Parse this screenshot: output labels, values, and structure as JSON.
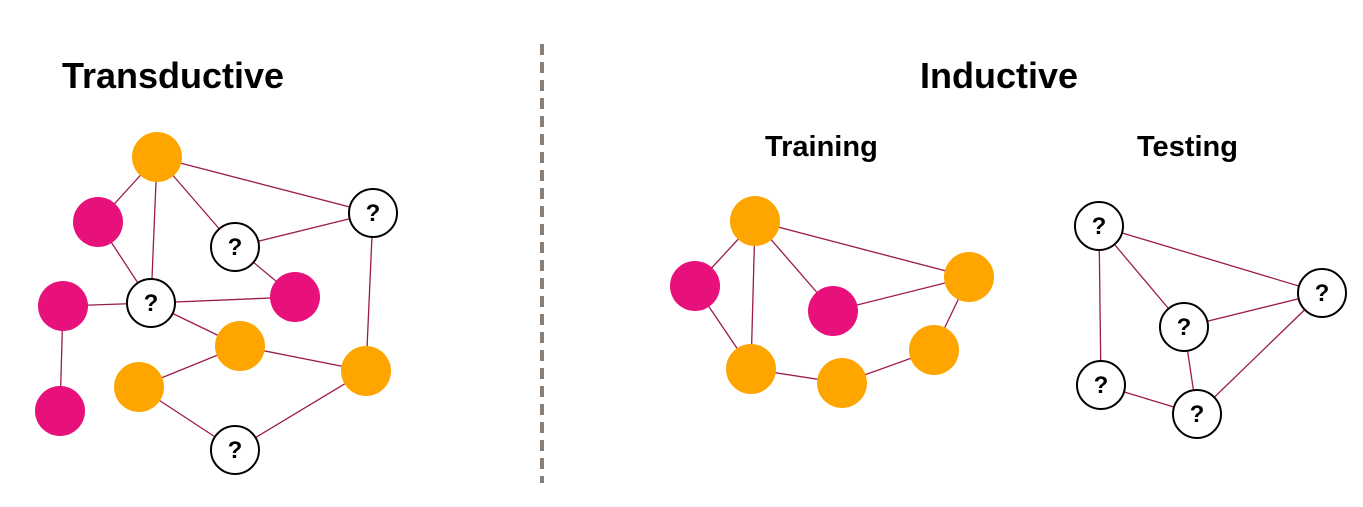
{
  "titles": {
    "transductive": "Transductive",
    "inductive": "Inductive",
    "training": "Training",
    "testing": "Testing"
  },
  "unknown_label": "?",
  "colors": {
    "labeled_a": "#FFA500",
    "labeled_b": "#E8107A",
    "unknown_fill": "#FFFFFF",
    "unknown_stroke": "#000000",
    "edge": "#9B1B4B",
    "divider": "#8A7F77"
  },
  "graphs": [
    {
      "name": "transductive-graph",
      "nodes": [
        {
          "id": "t1",
          "type": "orange"
        },
        {
          "id": "t2",
          "type": "pink"
        },
        {
          "id": "t3",
          "type": "unknown"
        },
        {
          "id": "t4",
          "type": "unknown"
        },
        {
          "id": "t5",
          "type": "pink"
        },
        {
          "id": "t6",
          "type": "pink"
        },
        {
          "id": "t7",
          "type": "unknown"
        },
        {
          "id": "t8",
          "type": "orange"
        },
        {
          "id": "t9",
          "type": "pink"
        },
        {
          "id": "t10",
          "type": "orange"
        },
        {
          "id": "t11",
          "type": "orange"
        },
        {
          "id": "t12",
          "type": "unknown"
        }
      ],
      "edges": [
        [
          "t1",
          "t3"
        ],
        [
          "t1",
          "t2"
        ],
        [
          "t1",
          "t4"
        ],
        [
          "t1",
          "t7"
        ],
        [
          "t4",
          "t3"
        ],
        [
          "t4",
          "t5"
        ],
        [
          "t2",
          "t7"
        ],
        [
          "t6",
          "t7"
        ],
        [
          "t7",
          "t5"
        ],
        [
          "t6",
          "t9"
        ],
        [
          "t7",
          "t8"
        ],
        [
          "t3",
          "t11"
        ],
        [
          "t8",
          "t10"
        ],
        [
          "t8",
          "t11"
        ],
        [
          "t10",
          "t12"
        ],
        [
          "t12",
          "t11"
        ]
      ]
    },
    {
      "name": "training-graph",
      "nodes": [
        {
          "id": "r1",
          "type": "orange"
        },
        {
          "id": "r2",
          "type": "pink"
        },
        {
          "id": "r3",
          "type": "pink"
        },
        {
          "id": "r4",
          "type": "orange"
        },
        {
          "id": "r5",
          "type": "orange"
        },
        {
          "id": "r6",
          "type": "orange"
        },
        {
          "id": "r7",
          "type": "orange"
        }
      ],
      "edges": [
        [
          "r1",
          "r2"
        ],
        [
          "r1",
          "r3"
        ],
        [
          "r1",
          "r4"
        ],
        [
          "r1",
          "r5"
        ],
        [
          "r2",
          "r5"
        ],
        [
          "r3",
          "r4"
        ],
        [
          "r4",
          "r7"
        ],
        [
          "r5",
          "r6"
        ],
        [
          "r6",
          "r7"
        ]
      ]
    },
    {
      "name": "testing-graph",
      "nodes": [
        {
          "id": "s1",
          "type": "unknown"
        },
        {
          "id": "s2",
          "type": "unknown"
        },
        {
          "id": "s3",
          "type": "unknown"
        },
        {
          "id": "s4",
          "type": "unknown"
        },
        {
          "id": "s5",
          "type": "unknown"
        }
      ],
      "edges": [
        [
          "s1",
          "s3"
        ],
        [
          "s1",
          "s2"
        ],
        [
          "s1",
          "s4"
        ],
        [
          "s2",
          "s3"
        ],
        [
          "s4",
          "s5"
        ],
        [
          "s2",
          "s5"
        ],
        [
          "s3",
          "s5"
        ]
      ]
    }
  ]
}
